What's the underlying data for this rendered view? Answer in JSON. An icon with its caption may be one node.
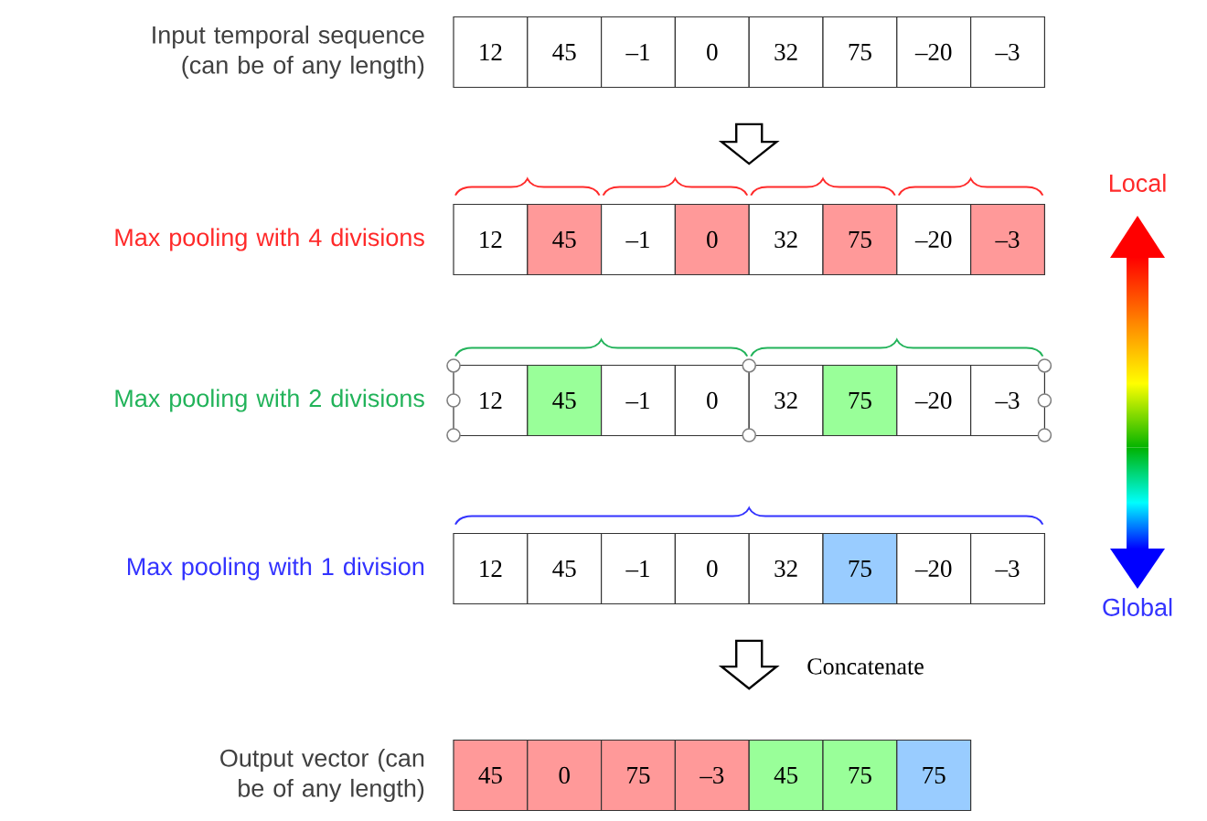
{
  "diagram": {
    "nodes": [
      {
        "text": [
          "Input temporal sequence (can be of any length)"
        ]
      },
      {
        "text": [
          "12"
        ],
        "in": 0
      },
      {
        "text": [
          "45"
        ],
        "in": 0
      },
      {
        "text": [
          "–1"
        ],
        "in": 0
      },
      {
        "text": [
          "0"
        ],
        "in": 0
      },
      {
        "text": [
          "32"
        ],
        "in": 0
      },
      {
        "text": [
          "75"
        ],
        "in": 0
      },
      {
        "text": [
          "–20"
        ],
        "in": 0
      },
      {
        "text": [
          "–3"
        ],
        "in": 0
      },
      {
        "text": [
          "Max pooling with 4 divisions"
        ]
      },
      {
        "text": [
          "12"
        ],
        "in": 9
      },
      {
        "text": [
          "45"
        ],
        "in": 9
      },
      {
        "text": [
          "–1"
        ],
        "in": 9
      },
      {
        "text": [
          "0"
        ],
        "in": 9
      },
      {
        "text": [
          "32"
        ],
        "in": 9
      },
      {
        "text": [
          "75"
        ],
        "in": 9
      },
      {
        "text": [
          "–20"
        ],
        "in": 9
      },
      {
        "text": [
          "–3"
        ],
        "in": 9
      },
      {
        "text": [
          "Max pooling with 2 divisions"
        ]
      },
      {
        "text": [
          "12"
        ],
        "in": 18
      },
      {
        "text": [
          "45"
        ],
        "in": 18
      },
      {
        "text": [
          "–1"
        ],
        "in": 18
      },
      {
        "text": [
          "0"
        ],
        "in": 18
      },
      {
        "text": [
          "32"
        ],
        "in": 18
      },
      {
        "text": [
          "75"
        ],
        "in": 18
      },
      {
        "text": [
          "–20"
        ],
        "in": 18
      },
      {
        "text": [
          "–3"
        ],
        "in": 18
      },
      {
        "text": [
          "Max pooling with 1 division"
        ]
      },
      {
        "text": [
          "12"
        ],
        "in": 27
      },
      {
        "text": [
          "45"
        ],
        "in": 27
      },
      {
        "text": [
          "–1"
        ],
        "in": 27
      },
      {
        "text": [
          "0"
        ],
        "in": 27
      },
      {
        "text": [
          "32"
        ],
        "in": 27
      },
      {
        "text": [
          "75"
        ],
        "in": 27
      },
      {
        "text": [
          "–20"
        ],
        "in": 27
      },
      {
        "text": [
          "–3"
        ],
        "in": 27
      },
      {
        "text": [
          "Output vector (can be of any length)"
        ]
      },
      {
        "text": [
          "45"
        ],
        "in": 36
      },
      {
        "text": [
          "0"
        ],
        "in": 36
      },
      {
        "text": [
          "75"
        ],
        "in": 36
      },
      {
        "text": [
          "–3"
        ],
        "in": 36
      },
      {
        "text": [
          "45"
        ],
        "in": 36
      },
      {
        "text": [
          "75"
        ],
        "in": 36
      },
      {
        "text": [
          "75"
        ],
        "in": 36
      }
    ],
    "edges": [
      {
        "from": 0,
        "to": 9,
        "arrow": "to"
      },
      {
        "from": 27,
        "to": 36,
        "arrow": "to",
        "label": "Concatenate"
      }
    ],
    "labels": [
      "Local",
      "Global"
    ]
  }
}
